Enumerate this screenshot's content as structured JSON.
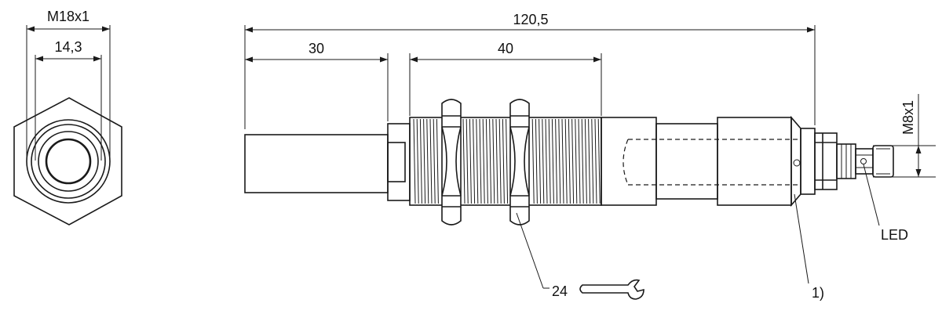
{
  "dimensions": {
    "thread_main": "M18x1",
    "thread_inner": "14,3",
    "overall_length": "120,5",
    "sensing_length": "30",
    "thread_length": "40",
    "connector_thread": "M8x1"
  },
  "callouts": {
    "wrench_size": "24",
    "note_ref": "1)",
    "led": "LED"
  },
  "colors": {
    "line": "#1a1a1a",
    "background": "#ffffff"
  }
}
